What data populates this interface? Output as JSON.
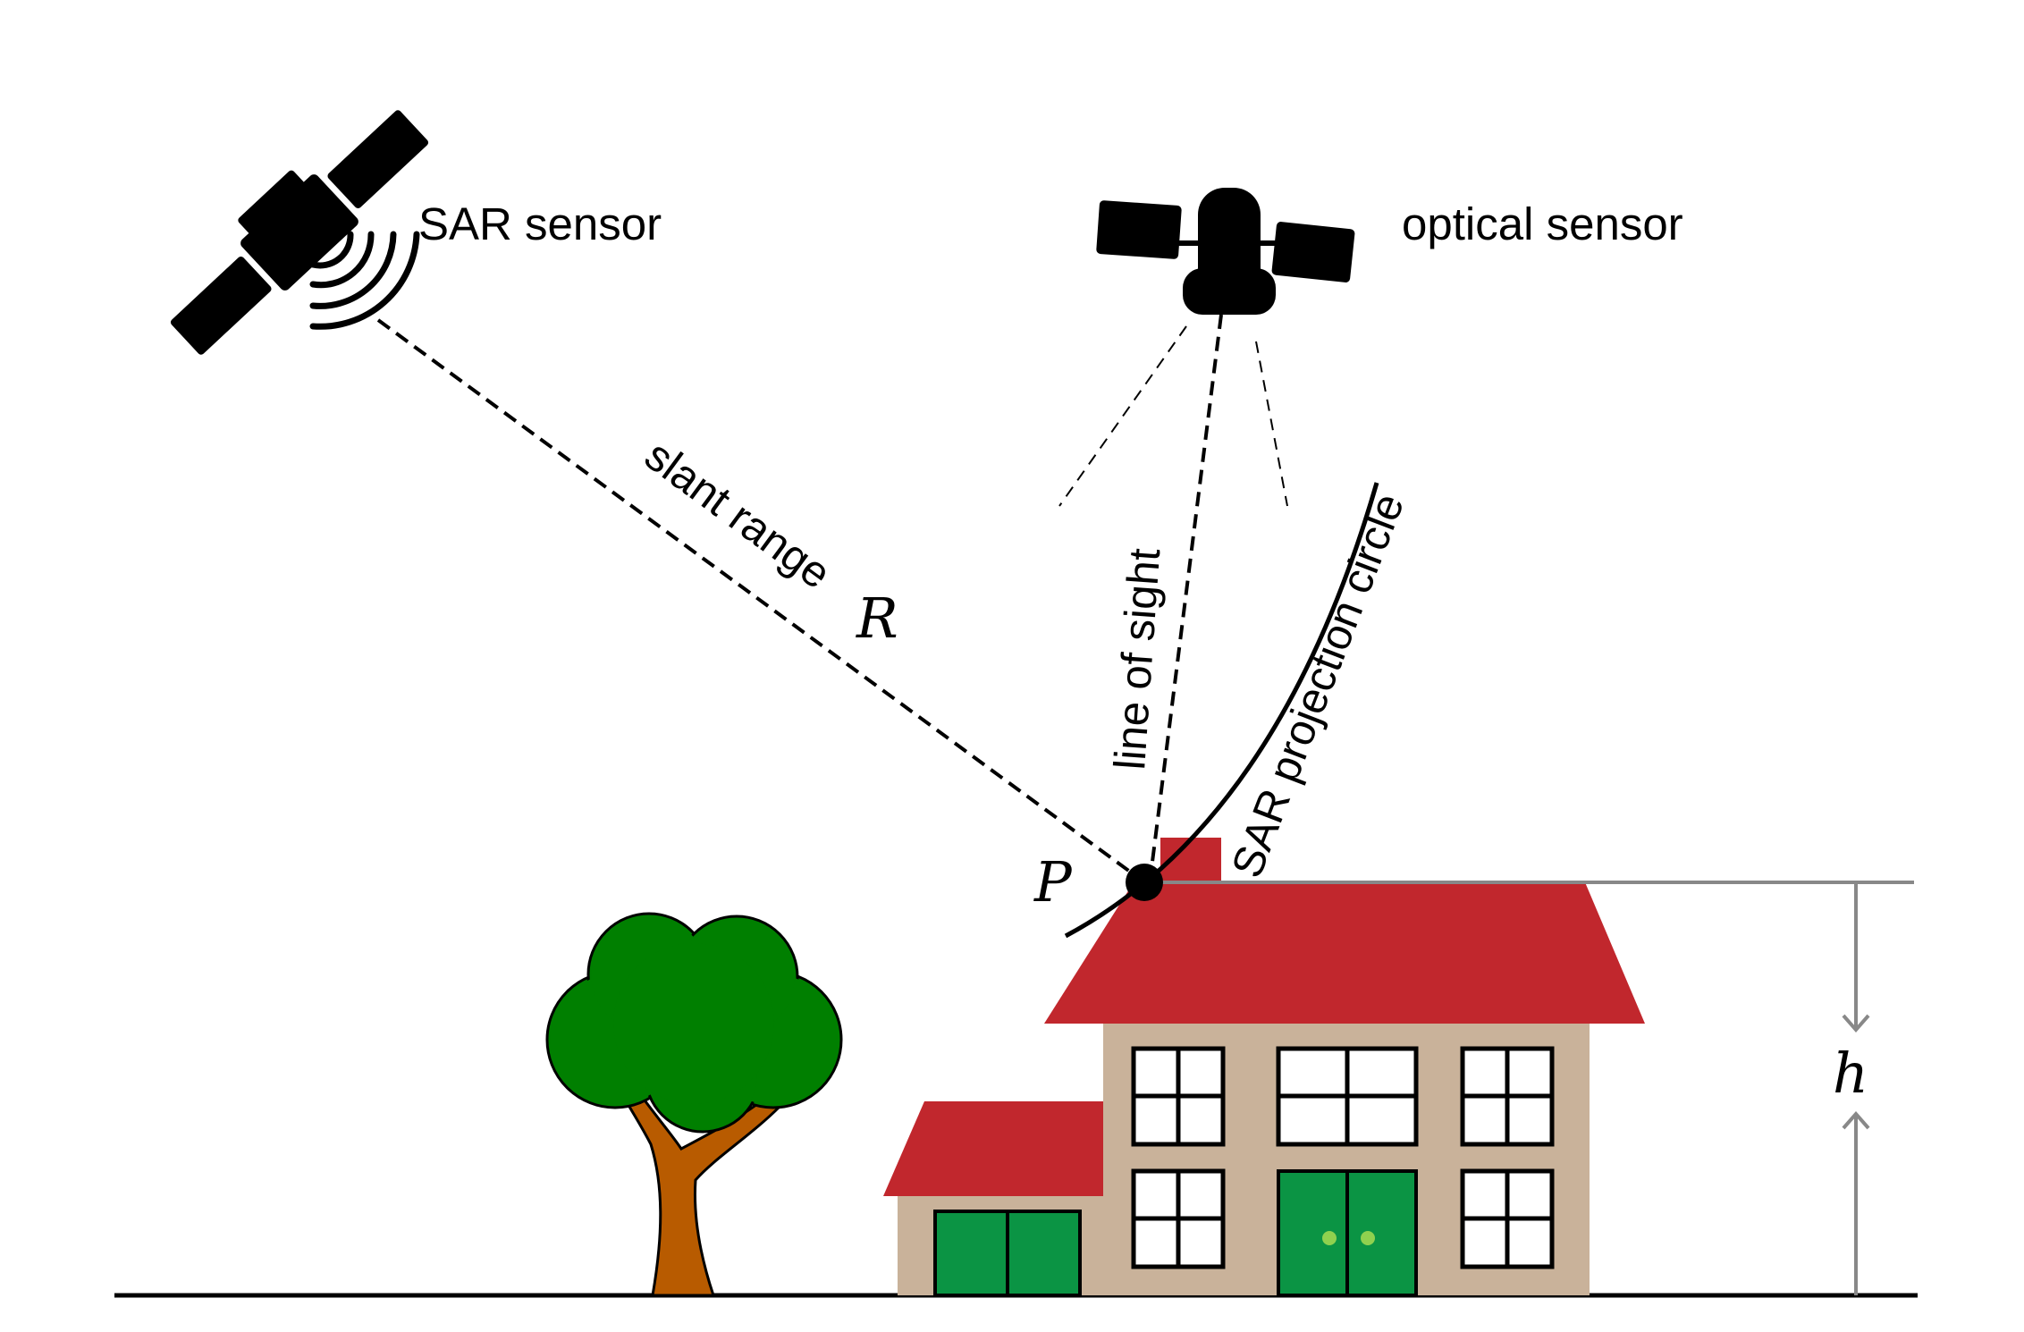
{
  "labels": {
    "sar_sensor": "SAR sensor",
    "optical_sensor": "optical sensor",
    "slant_range": "slant range",
    "range_symbol": "R",
    "line_of_sight": "line of sight",
    "projection_circle": "SAR projection circle",
    "point_symbol": "P",
    "height_symbol": "h"
  },
  "colors": {
    "roof": "#c1272d",
    "wall": "#c9b29a",
    "door": "#0b9444",
    "tree_foliage": "#007f00",
    "tree_trunk": "#b85b00",
    "height_marker": "#888888",
    "ink": "#000000"
  },
  "icons": {
    "sar_satellite": "sar-satellite-icon",
    "optical_satellite": "optical-satellite-icon",
    "tree": "tree-icon",
    "house": "house-icon"
  }
}
